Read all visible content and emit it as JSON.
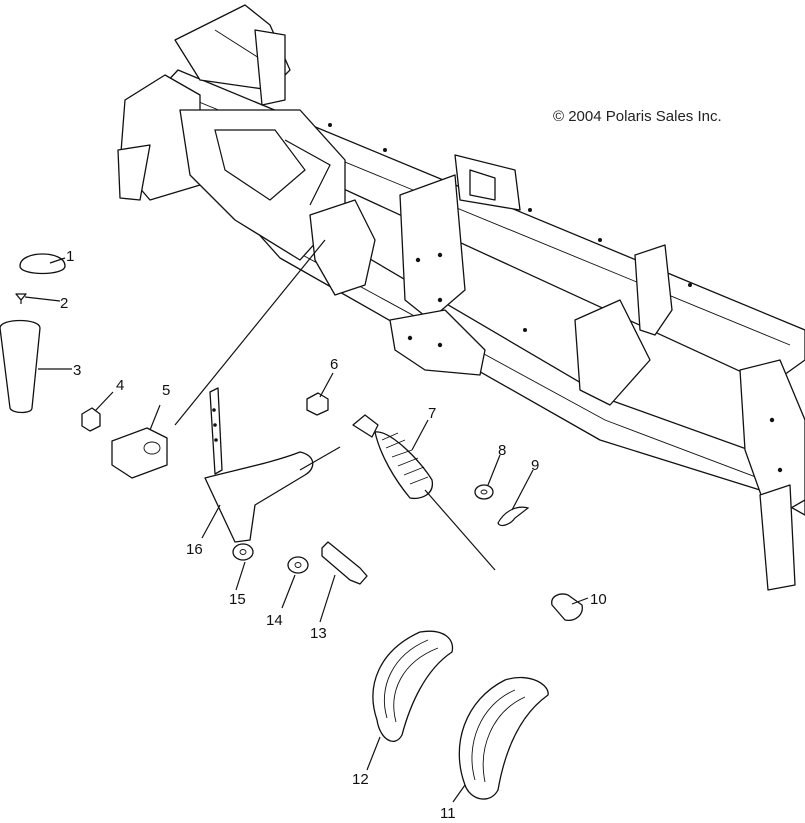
{
  "copyright": "© 2004 Polaris Sales Inc.",
  "callouts": [
    "1",
    "2",
    "3",
    "4",
    "5",
    "6",
    "7",
    "8",
    "9",
    "10",
    "11",
    "12",
    "13",
    "14",
    "15",
    "16"
  ]
}
